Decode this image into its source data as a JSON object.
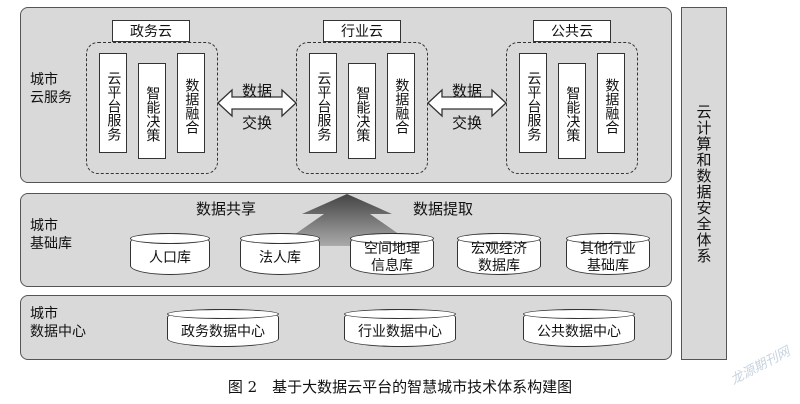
{
  "layers": {
    "cloud": {
      "label": "城市\n云服务",
      "clouds": [
        {
          "title": "政务云",
          "cols": [
            "云平台服务",
            "智能决策",
            "数据融合"
          ]
        },
        {
          "title": "行业云",
          "cols": [
            "云平台服务",
            "智能决策",
            "数据融合"
          ]
        },
        {
          "title": "公共云",
          "cols": [
            "云平台服务",
            "智能决策",
            "数据融合"
          ]
        }
      ],
      "exchange": [
        "数据",
        "交换"
      ]
    },
    "base": {
      "label": "城市\n基础库",
      "share_label": "数据共享",
      "extract_label": "数据提取",
      "dbs": [
        "人口库",
        "法人库",
        "空间地理\n信息库",
        "宏观经济\n数据库",
        "其他行业\n基础库"
      ]
    },
    "datacenter": {
      "label": "城市\n数据中心",
      "centers": [
        "政务数据中心",
        "行业数据中心",
        "公共数据中心"
      ]
    }
  },
  "side_label": "云计算和数据安全体系",
  "caption": "图 2　基于大数据云平台的智慧城市技术体系构建图",
  "watermark": "龙源期刊网"
}
